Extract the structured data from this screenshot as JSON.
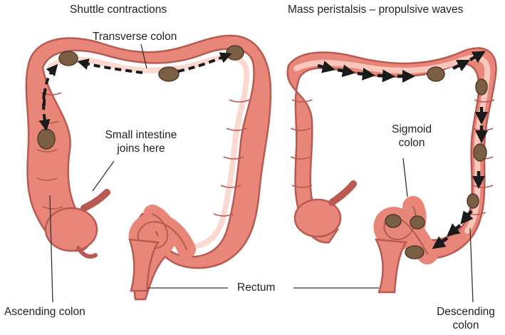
{
  "panels": {
    "left_title": "Shuttle contractions",
    "right_title": "Mass peristalsis – propulsive waves"
  },
  "labels": {
    "transverse_colon": "Transverse colon",
    "small_intestine_line1": "Small intestine",
    "small_intestine_line2": "joins here",
    "sigmoid_line1": "Sigmoid",
    "sigmoid_line2": "colon",
    "rectum": "Rectum",
    "ascending_colon": "Ascending colon",
    "descending_line1": "Descending",
    "descending_line2": "colon"
  },
  "colors": {
    "colon_outer": "#e8867a",
    "colon_inner": "#f4a89c",
    "colon_highlight": "#fbd2c8",
    "colon_edge": "#b85a52",
    "feces": "#7a5f45",
    "feces_edge": "#4e3a28",
    "arrow": "#1a1a1a",
    "leader": "#333333"
  }
}
